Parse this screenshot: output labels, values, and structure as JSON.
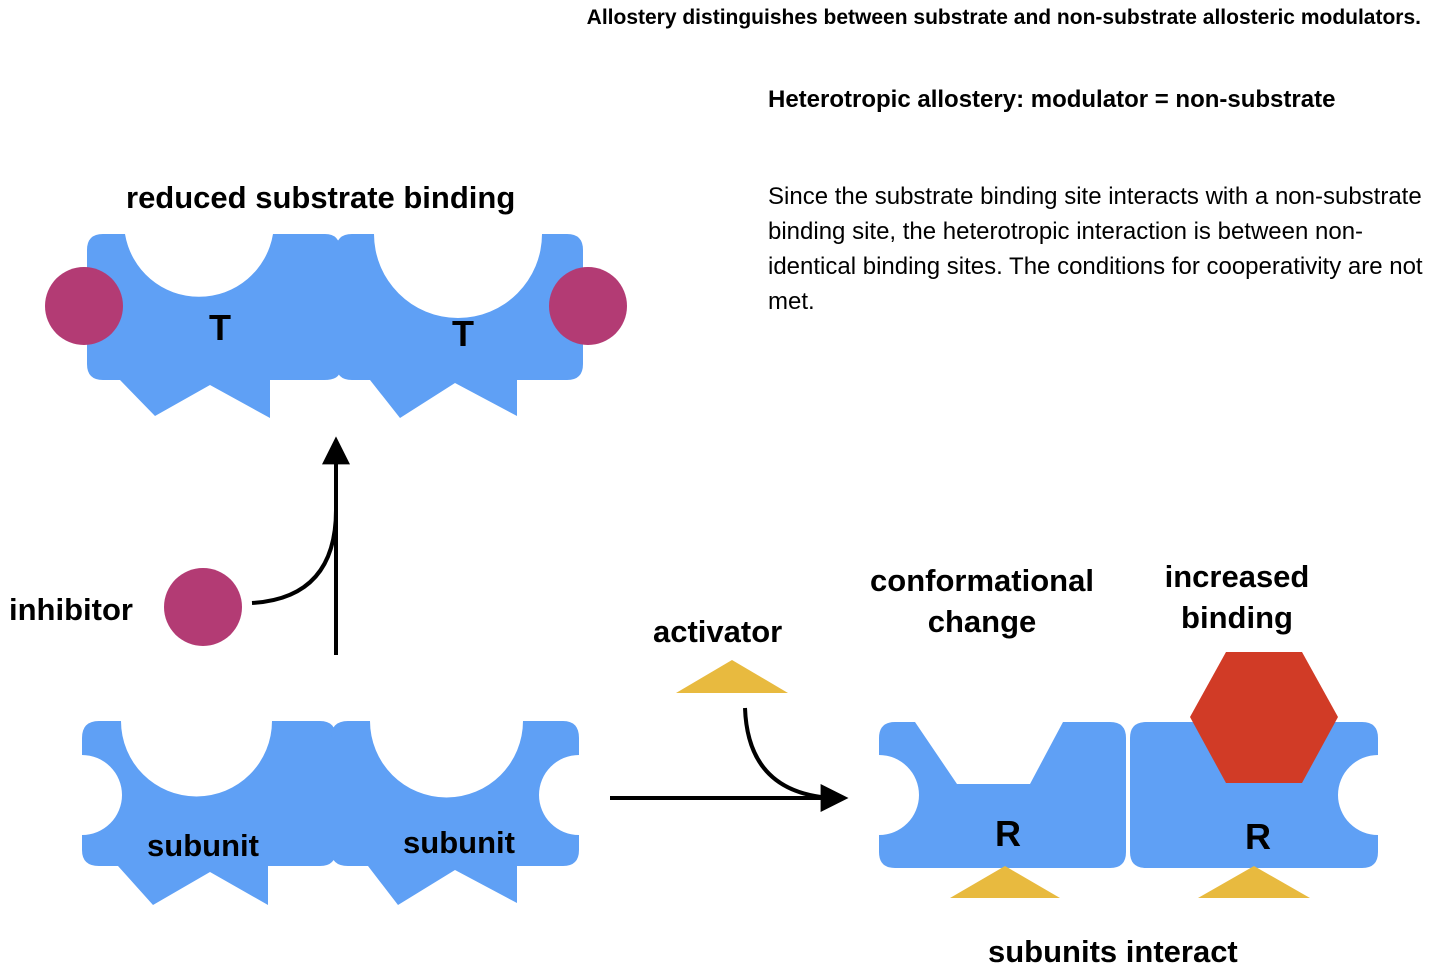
{
  "header": "Allostery distinguishes between substrate and non-substrate allosteric modulators.",
  "subheading": "Heterotropic allostery: modulator = non-substrate",
  "body": "Since the substrate binding site interacts with a non-substrate binding site, the heterotropic interaction is between non-identical binding sites. The conditions for cooperativity are not met.",
  "labels": {
    "reduced_binding": "reduced substrate binding",
    "inhibitor": "inhibitor",
    "activator": "activator",
    "conformational_change": "conformational change",
    "increased_binding": "increased binding",
    "subunits_interact": "subunits interact",
    "subunit_left": "subunit",
    "subunit_right": "subunit",
    "t_left": "T",
    "t_right": "T",
    "r_left": "R",
    "r_right": "R"
  },
  "colors": {
    "subunit": "#5fa0f5",
    "inhibitor": "#b33b74",
    "activator": "#e8ba3f",
    "substrate": "#d13b26",
    "arrow": "#000000"
  }
}
